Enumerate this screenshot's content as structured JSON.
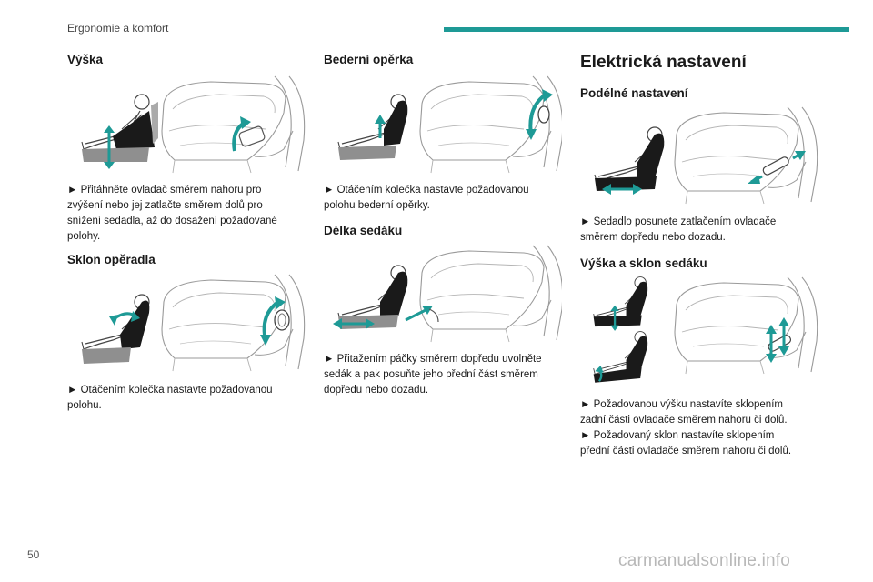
{
  "header": {
    "section": "Ergonomie a komfort",
    "accent_color": "#1e9a96"
  },
  "page_number": "50",
  "watermark": "carmanualsonline.info",
  "col1": {
    "s1": {
      "heading": "Výška",
      "text": "► Přitáhněte ovladač směrem nahoru pro\nzvýšení nebo jej zatlačte směrem dolů pro\nsnížení sedadla, až do dosažení požadované\npolohy."
    },
    "s2": {
      "heading": "Sklon opěradla",
      "text": "► Otáčením kolečka nastavte požadovanou\npolohu."
    }
  },
  "col2": {
    "s1": {
      "heading": "Bederní opěrka",
      "text": "► Otáčením kolečka nastavte požadovanou\npolohu bederní opěrky."
    },
    "s2": {
      "heading": "Délka sedáku",
      "text": "► Přitažením páčky směrem dopředu uvolněte\nsedák a pak posuňte jeho přední část směrem\ndopředu nebo dozadu."
    }
  },
  "col3": {
    "title": "Elektrická nastavení",
    "s1": {
      "heading": "Podélné nastavení",
      "text": "► Sedadlo posunete zatlačením ovladače\nsměrem dopředu nebo dozadu."
    },
    "s2": {
      "heading": "Výška a sklon sedáku",
      "text": "► Požadovanou výšku nastavíte sklopením\nzadní části ovladače směrem nahoru či dolů.\n► Požadovaný sklon nastavíte sklopením\npřední části ovladače směrem nahoru či dolů."
    }
  }
}
